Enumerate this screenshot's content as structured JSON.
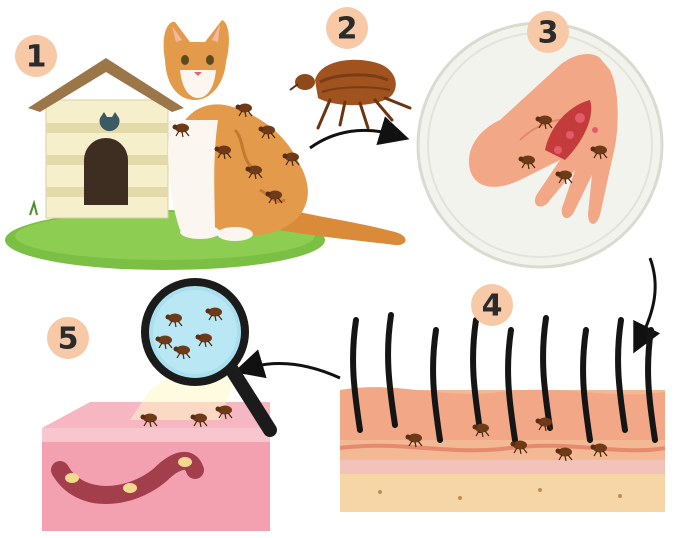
{
  "steps": [
    {
      "number": "1",
      "scene": "cat-with-fleas-at-house"
    },
    {
      "number": "2",
      "scene": "flea-closeup"
    },
    {
      "number": "3",
      "scene": "flea-bites-on-hand"
    },
    {
      "number": "4",
      "scene": "fleas-in-hair-follicles"
    },
    {
      "number": "5",
      "scene": "magnified-fleas-on-skin"
    }
  ],
  "colors": {
    "badge": "#f7c9a6",
    "grass": "#6db33f",
    "house_wall": "#f6efcc",
    "house_roof": "#9a7648",
    "skin": "#f2a887",
    "skin_layer_pink": "#f3c2bb",
    "flea": "#8a4a20",
    "hair": "#1a1a1a",
    "arrow": "#111111"
  }
}
